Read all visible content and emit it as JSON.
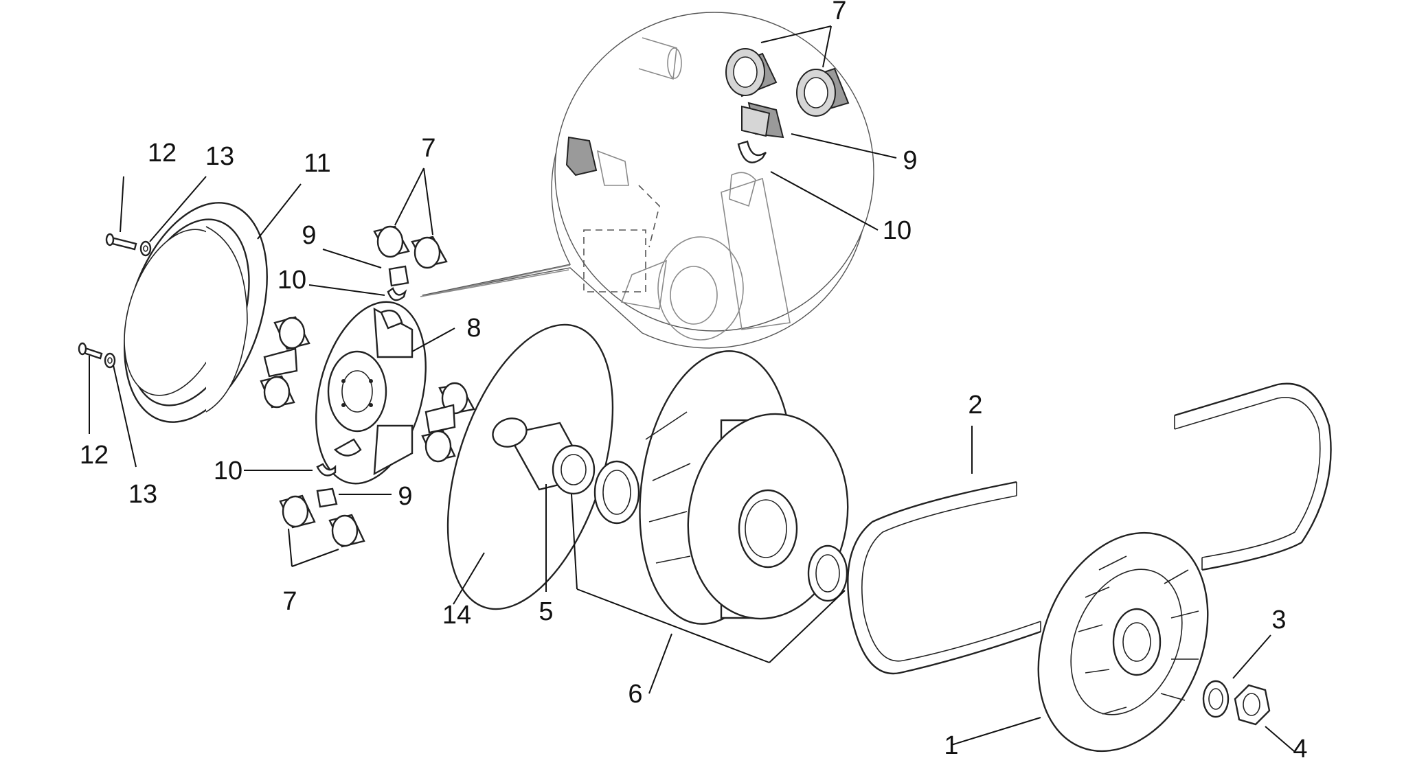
{
  "labels": {
    "p1": "1",
    "p2": "2",
    "p3": "3",
    "p4": "4",
    "p5": "5",
    "p6": "6",
    "p7_detail": "7",
    "p7_top": "7",
    "p7_bottom": "7",
    "p8": "8",
    "p9_detail": "9",
    "p9_left": "9",
    "p9_bottom": "9",
    "p10_detail": "10",
    "p10_left": "10",
    "p10_bottom": "10",
    "p11": "11",
    "p12_top": "12",
    "p12_bottom": "12",
    "p13_top": "13",
    "p13_bottom": "13",
    "p14": "14"
  }
}
